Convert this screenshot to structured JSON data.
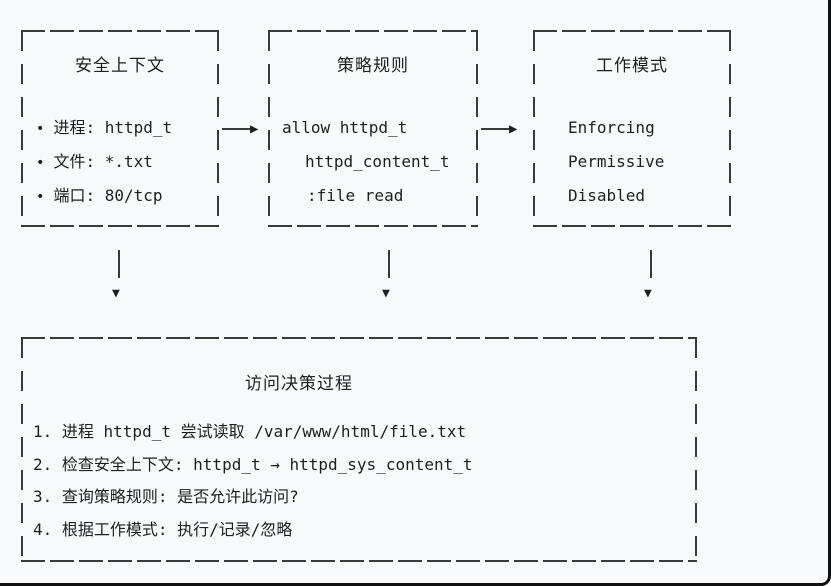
{
  "colors": {
    "background": "#f8f9fa",
    "line": "#3a3a3a",
    "text": "#1f1f1f",
    "frame": "#101010"
  },
  "glyphs": {
    "right_arrow": "▶",
    "down_arrow": "▼",
    "bullet": "•"
  },
  "boxes": {
    "security_context": {
      "title": "安全上下文",
      "items": [
        "进程: httpd_t",
        "文件: *.txt",
        "端口: 80/tcp"
      ]
    },
    "policy_rules": {
      "title": "策略规则",
      "lines": [
        "allow httpd_t",
        "httpd_content_t",
        ":file read"
      ]
    },
    "work_modes": {
      "title": "工作模式",
      "lines": [
        "Enforcing",
        "Permissive",
        "Disabled"
      ]
    },
    "decision_process": {
      "title": "访问决策过程",
      "steps": [
        "1. 进程 httpd_t 尝试读取 /var/www/html/file.txt",
        "2. 检查安全上下文: httpd_t → httpd_sys_content_t",
        "3. 查询策略规则: 是否允许此访问?",
        "4. 根据工作模式: 执行/记录/忽略"
      ]
    }
  }
}
